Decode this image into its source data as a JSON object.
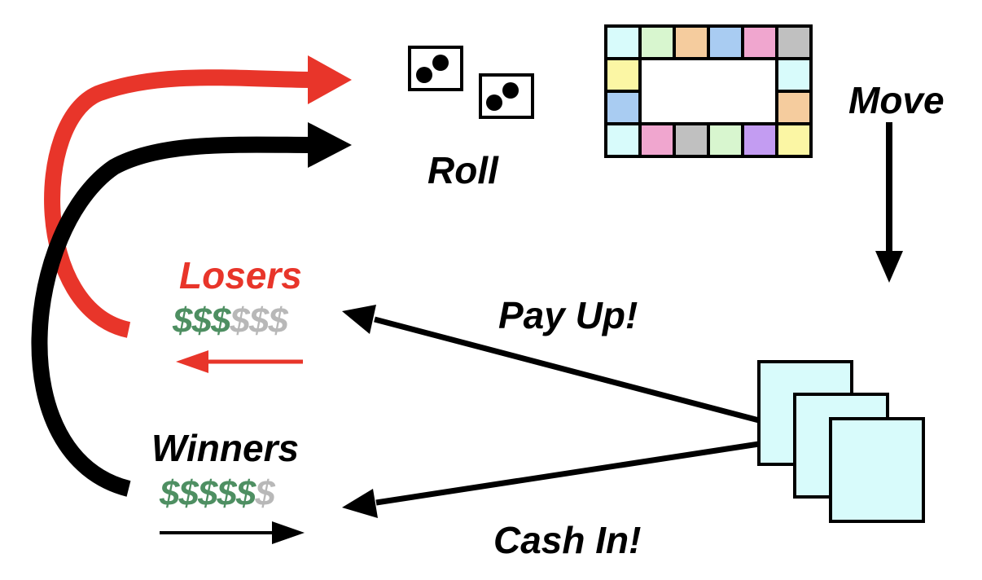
{
  "labels": {
    "roll": "Roll",
    "move": "Move",
    "pay_up": "Pay Up!",
    "cash_in": "Cash In!",
    "losers": "Losers",
    "winners": "Winners"
  },
  "losers_dollars": {
    "green": "$$$",
    "gray": "$$$"
  },
  "winners_dollars": {
    "green": "$$$$$",
    "gray": "$"
  },
  "colors": {
    "red": "#e8352a",
    "black": "#000000",
    "dollar_green": "#4e8f62",
    "dollar_gray": "#b8b8b8",
    "card_fill": "#d8fbfb"
  },
  "board": {
    "top_row": [
      "#d8fbfb",
      "#d8f6cf",
      "#f5cc9e",
      "#a9ccf2",
      "#f0a6cf",
      "#c0c0c0"
    ],
    "bottom_row": [
      "#d8fbfb",
      "#f0a6cf",
      "#c0c0c0",
      "#d8f6cf",
      "#c39cf2",
      "#fbf6a4"
    ],
    "left_col": [
      "#fbf6a4",
      "#a9ccf2"
    ],
    "right_col": [
      "#d8fbfb",
      "#f5cc9e"
    ]
  }
}
